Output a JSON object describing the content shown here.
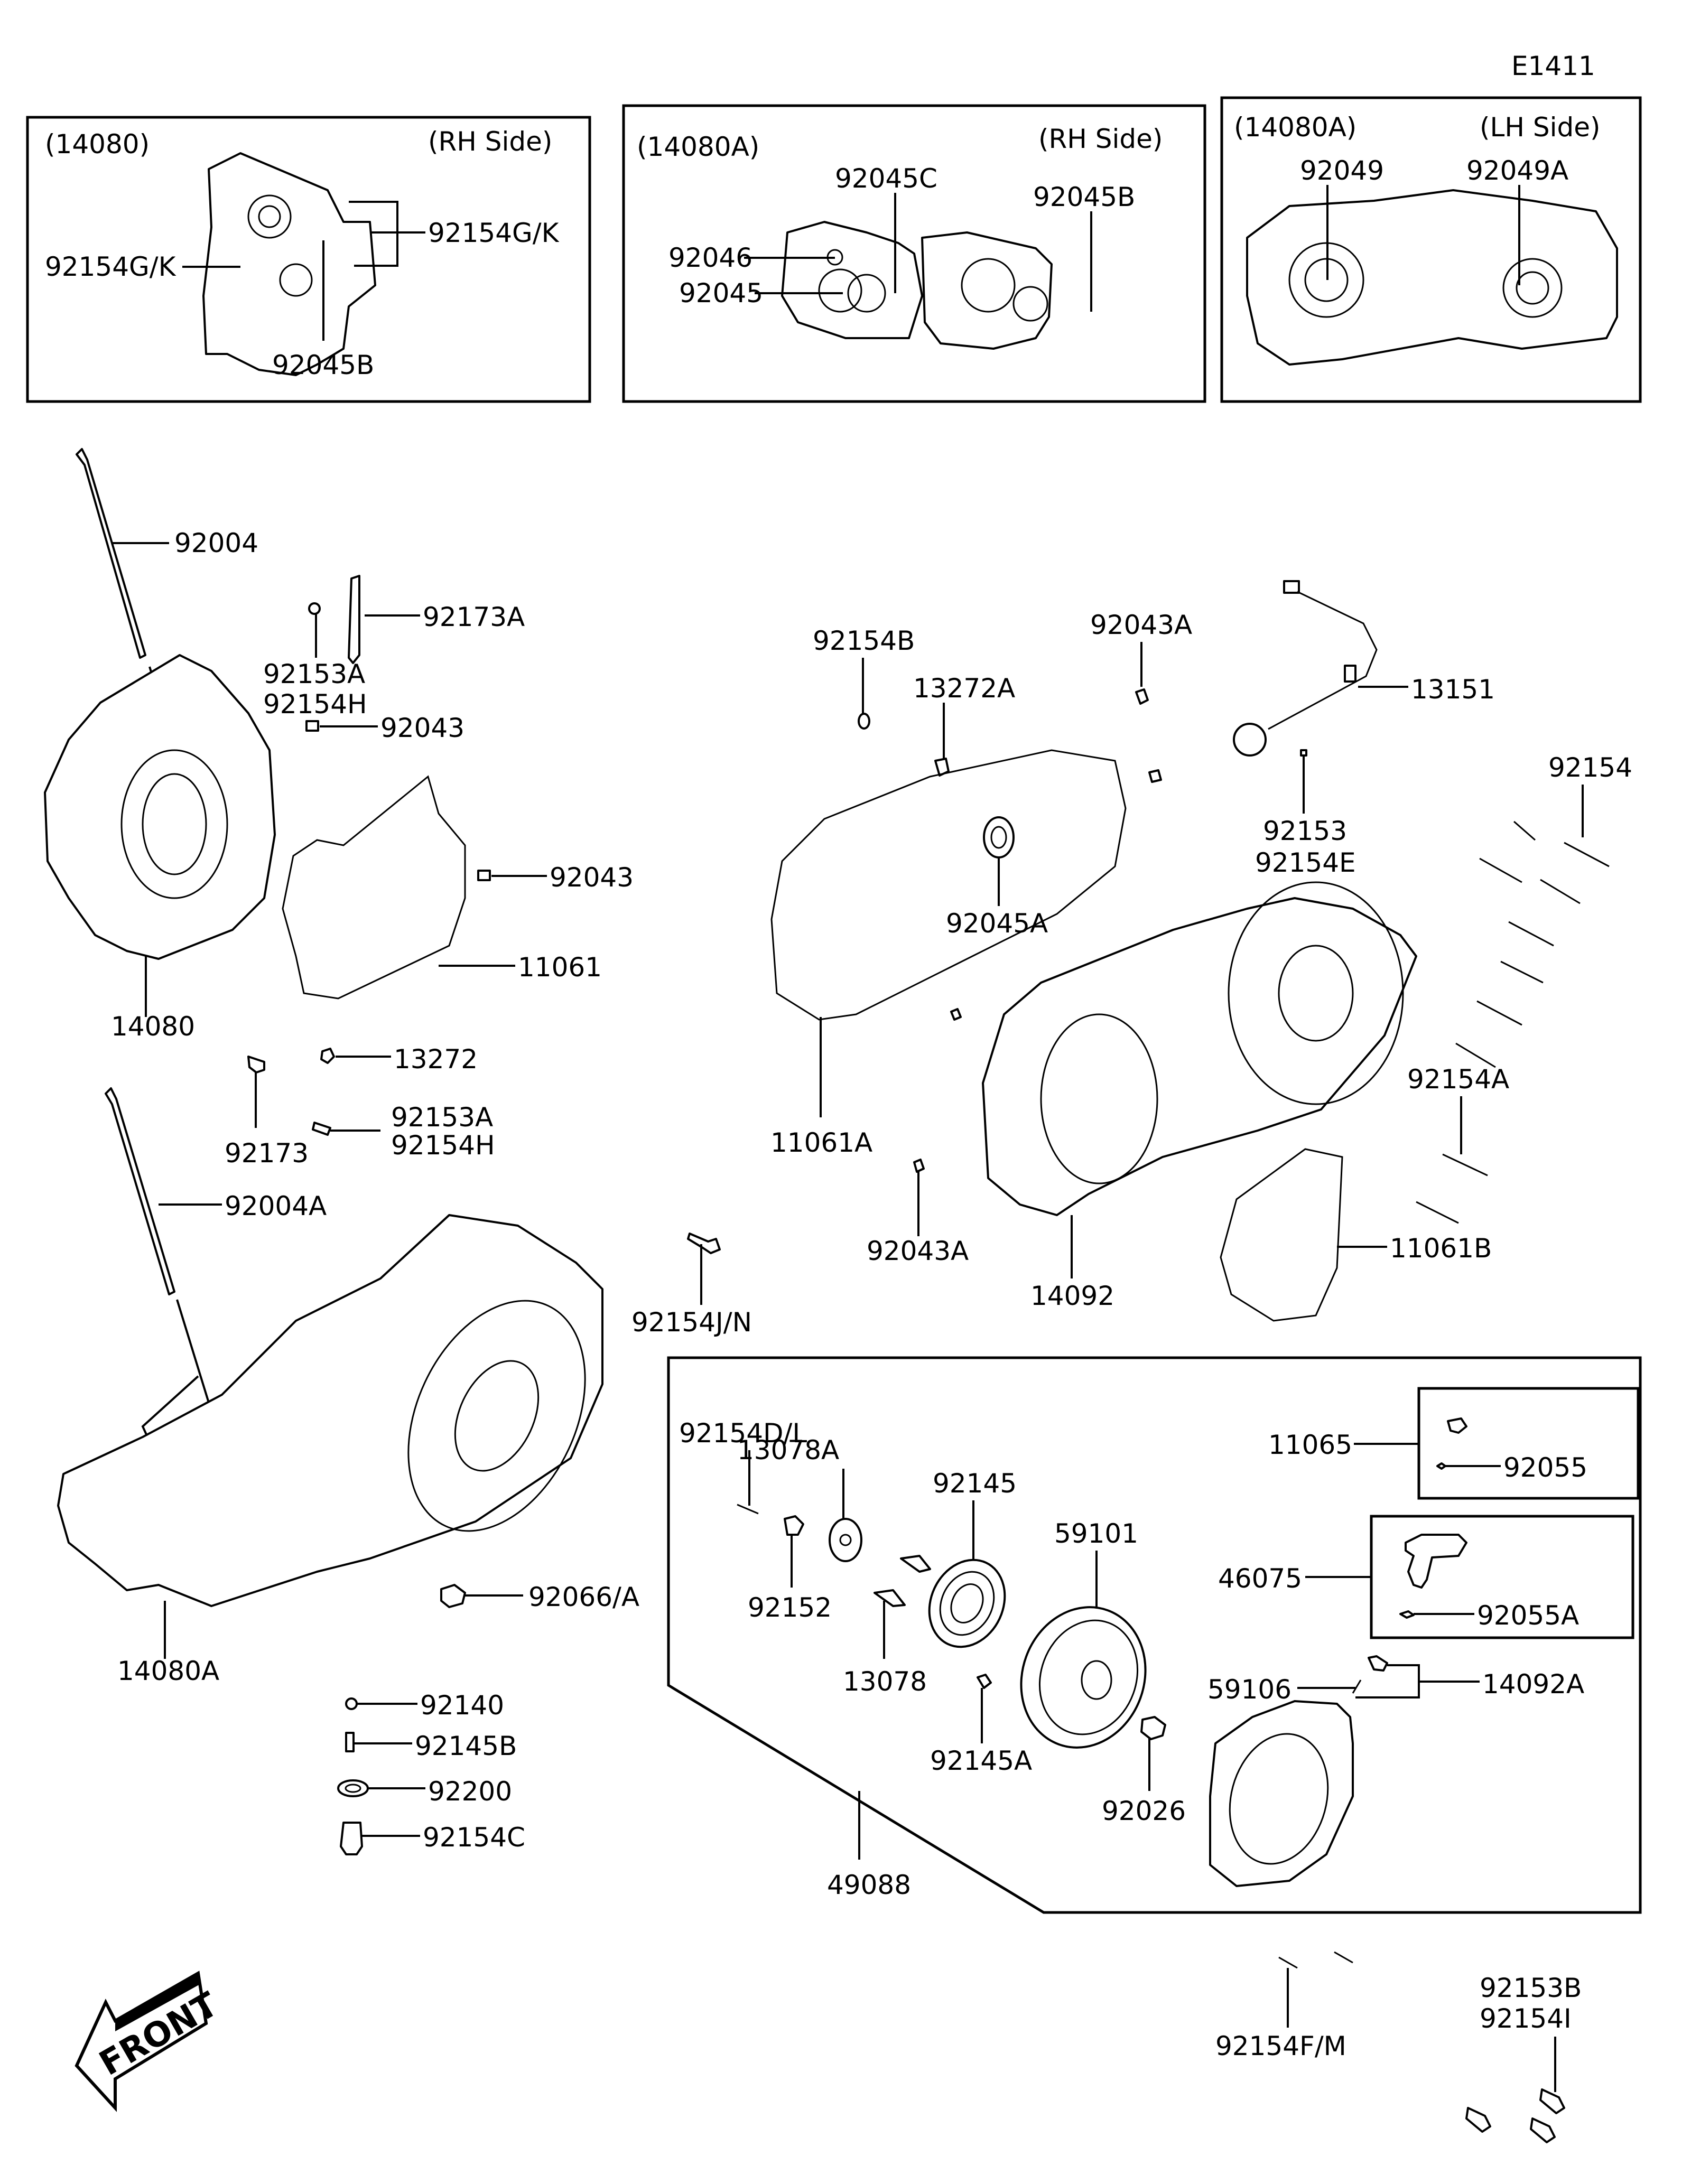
{
  "diagram_code": "E1411",
  "insets": [
    {
      "ref": "(14080)",
      "side": "(RH Side)",
      "labels": [
        "92154G/K",
        "92154G/K",
        "92045B"
      ]
    },
    {
      "ref": "(14080A)",
      "side": "(RH Side)",
      "labels": [
        "92045C",
        "92045B",
        "92046",
        "92045"
      ]
    },
    {
      "ref": "(14080A)",
      "side": "(LH Side)",
      "labels": [
        "92049",
        "92049A"
      ]
    }
  ],
  "left_parts": {
    "dipstick_upper": "92004",
    "bracket_a": "92173A",
    "bolt_a_line1": "92153A",
    "bolt_a_line2": "92154H",
    "plug_upper": "92043",
    "plug_lower": "92043",
    "gasket": "11061",
    "crankcase_rh": "14080",
    "nut": "13272",
    "bracket": "92173",
    "bolt_b_line1": "92153A",
    "bolt_b_line2": "92154H",
    "dipstick_lower": "92004A",
    "bolt_jn": "92154J/N",
    "crankcase_lh": "14080A",
    "drain_plug": "92066/A",
    "ball": "92140",
    "spring": "92145B",
    "washer": "92200",
    "plug_c": "92154C"
  },
  "right_parts": {
    "bolt_b": "92154B",
    "nut_a": "13272A",
    "dowel_a_upper": "92043A",
    "sensor": "13151",
    "bolt_e_line1": "92153",
    "bolt_e_line2": "92154E",
    "bolts_main": "92154",
    "oil_seal": "92045A",
    "bolts_a": "92154A",
    "gasket_a": "11061A",
    "dowel_a_lower": "92043A",
    "cover": "14092",
    "gasket_b": "11061B"
  },
  "recoil_box": {
    "assembly": "49088",
    "bolt_dl": "92154D/L",
    "ratchet_a": "13078A",
    "spring": "92145",
    "pulley": "59101",
    "guide": "92152",
    "ratchet": "13078",
    "spring_a": "92145A",
    "nut": "92026",
    "rope_kit": "11065",
    "rope_pin": "92055",
    "handle": "46075",
    "handle_pin": "92055A",
    "pin": "59106",
    "recoil_cover": "14092A"
  },
  "bottom_parts": {
    "bolt_fm": "92154F/M",
    "bolt_bi_line1": "92153B",
    "bolt_bi_line2": "92154I"
  },
  "front_arrow": "FRONT"
}
